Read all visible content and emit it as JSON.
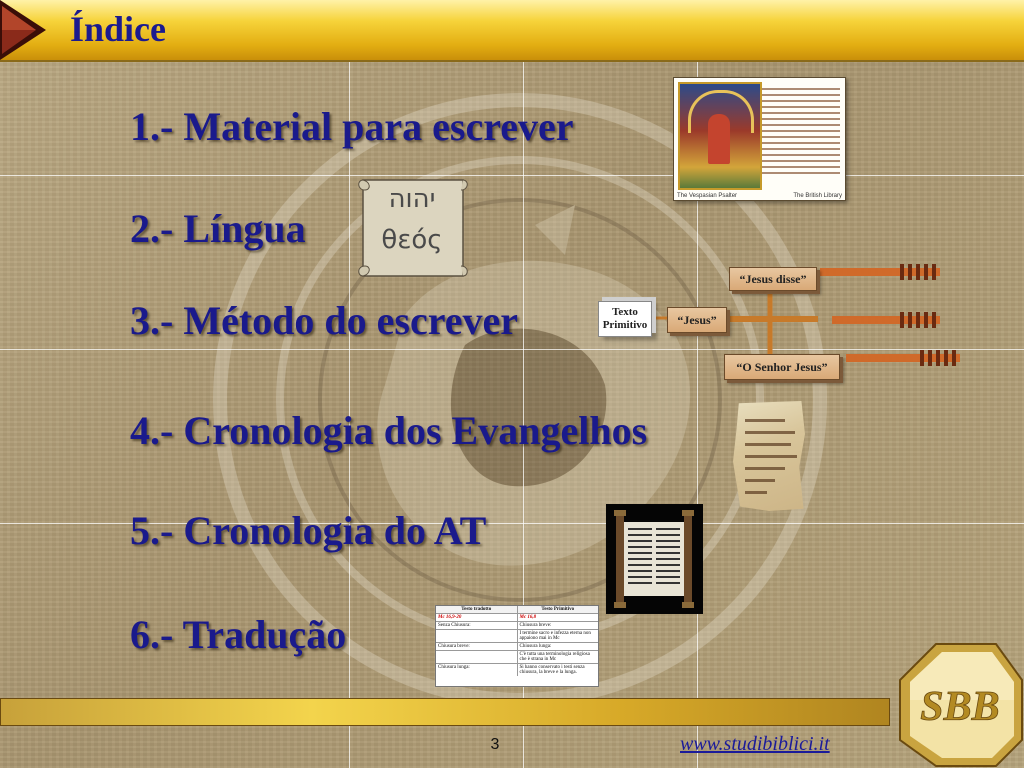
{
  "slide": {
    "title": "Índice",
    "page_number": "3",
    "website": "www.studibiblici.it"
  },
  "menu": {
    "items": [
      {
        "label": "1.- Material para escrever"
      },
      {
        "label": "2.- Língua"
      },
      {
        "label": "3.- Método do escrever"
      },
      {
        "label": "4.- Cronologia dos Evangelhos"
      },
      {
        "label": "5.- Cronologia do AT"
      },
      {
        "label": "6.- Tradução"
      }
    ]
  },
  "manuscript": {
    "caption_left": "The Vespasian Psalter",
    "caption_right": "The British Library"
  },
  "scroll": {
    "hebrew": "יהוה",
    "greek": "θεός"
  },
  "diagram": {
    "source_box": "Texto Primitivo",
    "labels": [
      "“Jesus disse”",
      "“Jesus”",
      "“O Senhor Jesus”"
    ]
  },
  "table_image": {
    "col_headers": [
      "Testo tradotto",
      "Testo Primitivo"
    ],
    "ref_left": "Mc 16,9-20",
    "ref_right": "Mc 16,8",
    "rows": [
      {
        "left": "Senza Chiusura:",
        "right": "Chiusura breve:"
      },
      {
        "left": "",
        "right": "I termine sacro e infezza eterna non appaiono mai in Mc"
      },
      {
        "left": "Chiusura breve:",
        "right": "Chiusura lunga:"
      },
      {
        "left": "",
        "right": "C'è tutta una terminologia religiosa che è strana in Mc"
      },
      {
        "left": "Chiusura lunga:",
        "right": "Si hanno conservato i testi senza chiusura, la breve e la lunga."
      }
    ]
  },
  "logo": {
    "text": "SBB"
  },
  "colors": {
    "title_text": "#1b1b8f",
    "menu_text": "#1a1a8c",
    "bar_gold": "#f3d44c",
    "arrow_dark": "#5a1a10"
  }
}
